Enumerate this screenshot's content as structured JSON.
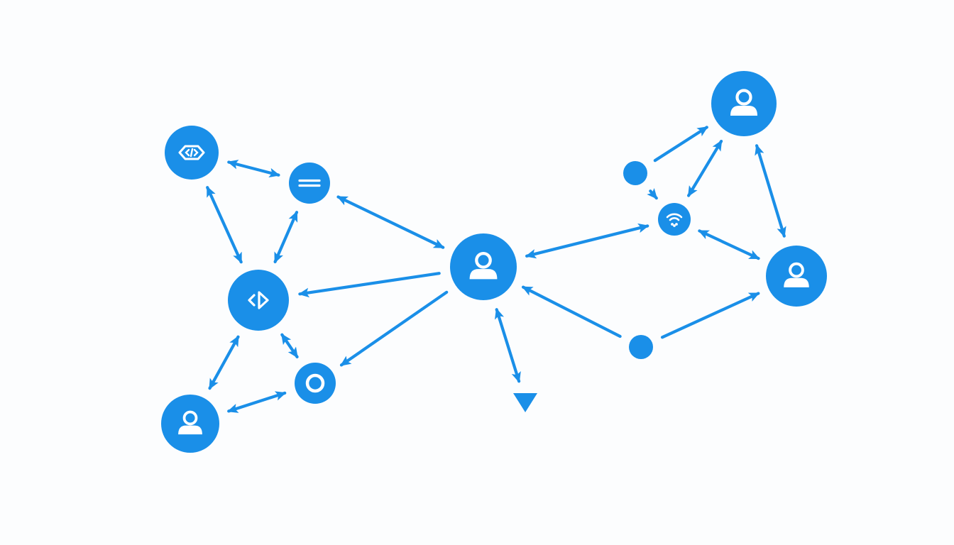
{
  "diagram": {
    "type": "network-graph",
    "accent": "#1a8fe8",
    "background": "#fcfdfe",
    "nodes": [
      {
        "id": "code-node",
        "icon": "code-icon"
      },
      {
        "id": "menu-node",
        "icon": "menu-icon"
      },
      {
        "id": "play-node",
        "icon": "play-code-icon"
      },
      {
        "id": "user-bottom-left",
        "icon": "user-icon"
      },
      {
        "id": "ring-node",
        "icon": "ring-icon"
      },
      {
        "id": "hub-user",
        "icon": "user-icon"
      },
      {
        "id": "terminal-arrow",
        "icon": "triangle-down-icon"
      },
      {
        "id": "user-top-right",
        "icon": "user-icon"
      },
      {
        "id": "dot-top-right",
        "icon": "dot-icon"
      },
      {
        "id": "wifi-node",
        "icon": "wifi-icon"
      },
      {
        "id": "user-right",
        "icon": "user-icon"
      },
      {
        "id": "dot-bottom-right",
        "icon": "dot-icon"
      }
    ],
    "edges": [
      {
        "from": "code-node",
        "to": "menu-node",
        "arrows": "both"
      },
      {
        "from": "code-node",
        "to": "play-node",
        "arrows": "both"
      },
      {
        "from": "menu-node",
        "to": "play-node",
        "arrows": "both"
      },
      {
        "from": "menu-node",
        "to": "hub-user",
        "arrows": "both"
      },
      {
        "from": "hub-user",
        "to": "play-node",
        "arrows": "end"
      },
      {
        "from": "hub-user",
        "to": "ring-node",
        "arrows": "end"
      },
      {
        "from": "play-node",
        "to": "user-bottom-left",
        "arrows": "both"
      },
      {
        "from": "play-node",
        "to": "ring-node",
        "arrows": "both"
      },
      {
        "from": "user-bottom-left",
        "to": "ring-node",
        "arrows": "both"
      },
      {
        "from": "hub-user",
        "to": "terminal-arrow",
        "arrows": "both"
      },
      {
        "from": "wifi-node",
        "to": "hub-user",
        "arrows": "both"
      },
      {
        "from": "dot-bottom-right",
        "to": "hub-user",
        "arrows": "end"
      },
      {
        "from": "dot-top-right",
        "to": "user-top-right",
        "arrows": "end"
      },
      {
        "from": "dot-top-right",
        "to": "wifi-node",
        "arrows": "end"
      },
      {
        "from": "wifi-node",
        "to": "user-top-right",
        "arrows": "both"
      },
      {
        "from": "user-top-right",
        "to": "user-right",
        "arrows": "both"
      },
      {
        "from": "wifi-node",
        "to": "user-right",
        "arrows": "both"
      },
      {
        "from": "user-right",
        "to": "dot-bottom-right",
        "arrows": "start"
      }
    ]
  }
}
